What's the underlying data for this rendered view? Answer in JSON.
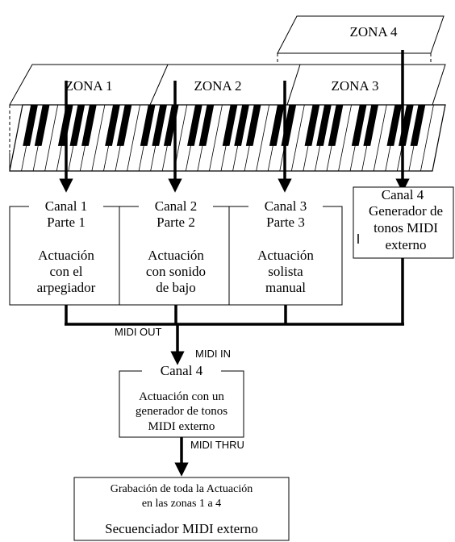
{
  "zones": {
    "z1": "ZONA 1",
    "z2": "ZONA 2",
    "z3": "ZONA 3",
    "z4": "ZONA 4"
  },
  "parts": [
    {
      "lines": [
        "Canal 1",
        "Parte 1",
        "",
        "Actuación",
        "con el",
        "arpegiador"
      ]
    },
    {
      "lines": [
        "Canal 2",
        "Parte 2",
        "",
        "Actuación",
        "con sonido",
        "de bajo"
      ]
    },
    {
      "lines": [
        "Canal 3",
        "Parte 3",
        "",
        "Actuación",
        "solista",
        "manual"
      ]
    },
    {
      "lines": [
        "Canal 4",
        "Generador de",
        "tonos MIDI",
        "externo"
      ]
    }
  ],
  "ports": {
    "midi_out": "MIDI OUT",
    "midi_in": "MIDI IN",
    "midi_thru": "MIDI THRU"
  },
  "generator": {
    "title": "Canal 4",
    "lines": [
      "Actuación con un",
      "generador de tonos",
      "MIDI externo"
    ]
  },
  "sequencer": {
    "lines": [
      "Grabación de toda la Actuación",
      "en las zonas 1 a 4"
    ],
    "name": "Secuenciador MIDI externo"
  }
}
